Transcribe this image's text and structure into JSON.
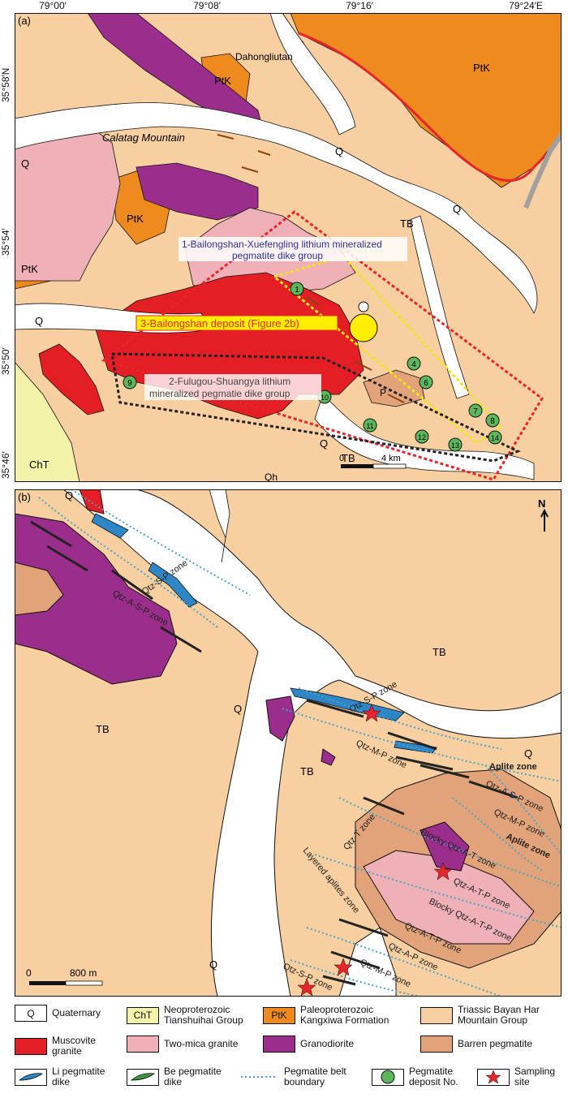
{
  "colors": {
    "quaternary": "#ffffff",
    "tianshuihai": "#f2f2a8",
    "kangxiwa": "#ef8a1f",
    "bayanhar": "#f7cfa0",
    "muscovite": "#e31e24",
    "twomica": "#f0b0b8",
    "granodiorite": "#9b2e8c",
    "barren": "#e2a27a",
    "li_dike": "#2f86c7",
    "be_dike": "#3a9a3f",
    "deposit": "#5cb85c",
    "belt_red": "#e8242b",
    "belt_yellow": "#f4e41c",
    "belt_black": "#222222",
    "deposit_yellow": "#ffee00",
    "blue_dotted": "#4aa3c7"
  },
  "coordinates": {
    "lon": [
      "79°00′",
      "79°08′",
      "79°16′",
      "79°24′E"
    ],
    "lat": [
      "35°58′N",
      "35°54′",
      "35°50′",
      "35°46′"
    ]
  },
  "panel_a": {
    "label": "(a)",
    "places": {
      "dahongliutan": "Dahongliutan",
      "calatag": "Calatag Mountain"
    },
    "units": {
      "q": "Q",
      "ptk": "PtK",
      "tb": "TB",
      "cht": "ChT",
      "qh": "Qh",
      "p": "P"
    },
    "groups": {
      "group1_line1": "1-Bailongshan-Xuefengling lithium mineralized",
      "group1_line2": "pegmatite dike group",
      "group2_line1": "2-Fulugou-Shuangya lithium",
      "group2_line2": "mineralized pegmatie dike group",
      "deposit3": "3-Bailongshan deposit (Figure 2b)"
    },
    "deposit_numbers": [
      "1",
      "4",
      "6",
      "7",
      "8",
      "9",
      "10",
      "11",
      "12",
      "13",
      "14"
    ],
    "scale": {
      "zero": "0",
      "label": "4 km"
    }
  },
  "panel_b": {
    "label": "(b)",
    "north": "N",
    "units": {
      "q": "Q",
      "tb": "TB"
    },
    "zones": {
      "qtz_s_p": "Qtz-S-P zone",
      "qtz_a_s_p": "Qtz-A-S-P zone",
      "qtz_m_p": "Qtz-M-P zone",
      "aplite": "Aplite zone",
      "qtz_t": "Qtz-T zone",
      "blocky_qtz_a_t": "Blocky Qtz-A-T zone",
      "qtz_a_t_p": "Qtz-A-T-P zone",
      "layered_aplites": "Layered aplites zone",
      "blocky_qtz_a_t_p": "Blocky Qtz-A-T-P zone",
      "qtz_a_p": "Qtz-A-P zone"
    },
    "scale": {
      "zero": "0",
      "label": "800 m"
    }
  },
  "legend": {
    "quaternary": {
      "symbol": "Q",
      "text": "Quaternary"
    },
    "tianshuihai": {
      "symbol": "ChT",
      "text": "Neoproterozoic\nTianshuihai Group"
    },
    "kangxiwa": {
      "symbol": "PtK",
      "text": "Paleoproterozoic\nKangxiwa Formation"
    },
    "bayanhar": {
      "text": "Triassic Bayan Har\nMountain Group"
    },
    "muscovite": {
      "text": "Muscovite\ngranite"
    },
    "twomica": {
      "text": "Two-mica granite"
    },
    "granodiorite": {
      "text": "Granodiorite"
    },
    "barren": {
      "text": "Barren pegmatite"
    },
    "li_dike": {
      "text": "Li pegmatite\ndike"
    },
    "be_dike": {
      "text": "Be pegmatite\ndike"
    },
    "belt": {
      "text": "Pegmatite belt\nboundary"
    },
    "deposit": {
      "text": "Pegmatite\ndeposit No."
    },
    "sampling": {
      "text": "Sampling\nsite"
    }
  }
}
